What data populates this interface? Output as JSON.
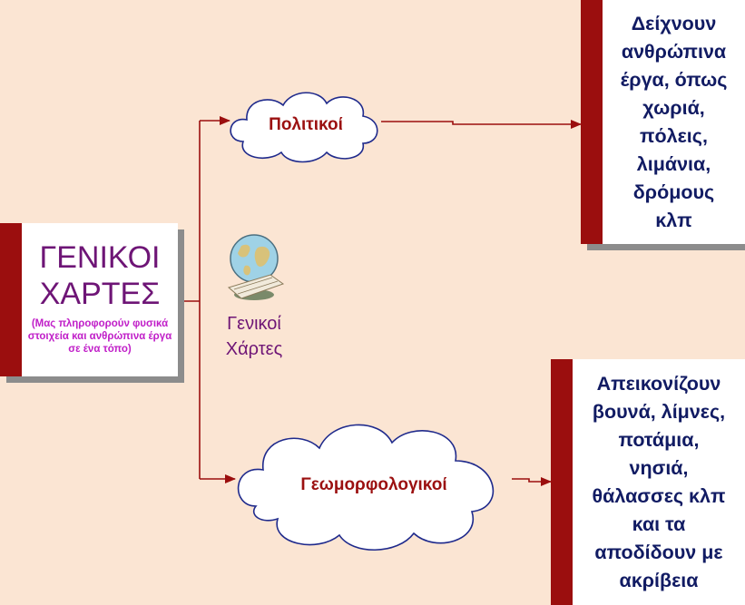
{
  "main": {
    "title": "ΓΕΝΙΚΟΙ ΧΑΡΤΕΣ",
    "subtitle": "(Μας πληροφορούν φυσικά στοιχεία και ανθρώπινα έργα σε ένα τόπο)"
  },
  "icon": {
    "name": "globe-map-icon",
    "label": "Γενικοί\nΧάρτες"
  },
  "branches": [
    {
      "label": "Πολιτικοί",
      "description": "Δείχνουν\nανθρώπινα\nέργα, όπως\nχωριά,\nπόλεις,\nλιμάνια,\nδρόμους\nκλπ"
    },
    {
      "label": "Γεωμορφολογικοί",
      "description": "Απεικονίζουν\nβουνά, λίμνες,\nποτάμια,\nνησιά,\nθάλασσες κλπ\nκαι τα\nαποδίδουν με\nακρίβεια"
    }
  ],
  "colors": {
    "background": "#fbe5d3",
    "box_accent": "#9b0e0e",
    "connector": "#9b0e0e",
    "title_purple": "#6e1576",
    "subtitle_magenta": "#c01ec8",
    "description_navy": "#111b63",
    "cloud_fill": "#ffffff",
    "cloud_outline": "#1f2a8c"
  }
}
